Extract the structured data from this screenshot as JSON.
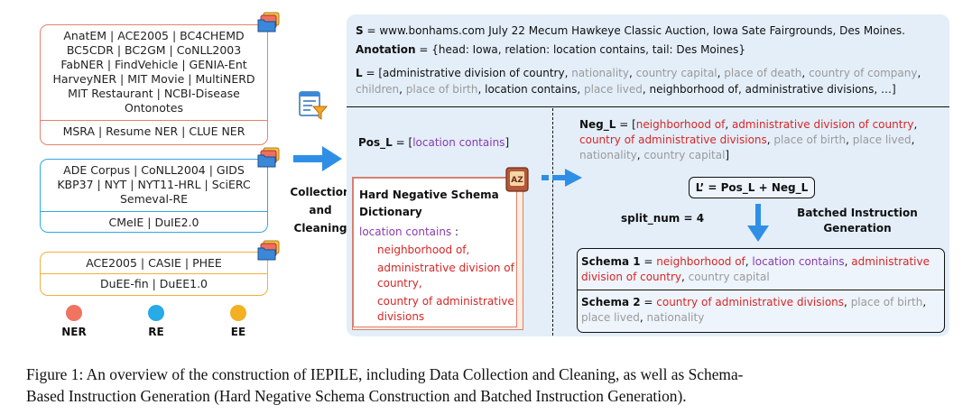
{
  "ner": {
    "datasets_top": [
      "AnatEM | ACE2005 | BC4CHEMD",
      "BC5CDR | BC2GM | CoNLL2003",
      "FabNER | FindVehicle | GENIA-Ent",
      "HarveyNER | MIT Movie | MultiNERD",
      "MIT Restaurant | NCBI-Disease",
      "Ontonotes"
    ],
    "datasets_bottom": "MSRA | Resume NER | CLUE NER"
  },
  "re": {
    "datasets_top": [
      "ADE Corpus | CoNLL2004 | GIDS",
      "KBP37 | NYT | NYT11-HRL | SciERC",
      "Semeval-RE"
    ],
    "datasets_bottom": "CMeIE | DuIE2.0"
  },
  "ee": {
    "datasets_top": [
      "ACE2005 | CASIE | PHEE"
    ],
    "datasets_bottom": "DuEE-fin | DuEE1.0"
  },
  "legend": [
    {
      "label": "NER",
      "color": "#ef7461"
    },
    {
      "label": "RE",
      "color": "#27aae6"
    },
    {
      "label": "EE",
      "color": "#f2b022"
    }
  ],
  "collection": {
    "line1": "Collection",
    "line2": "and",
    "line3": "Cleaning"
  },
  "sentence": {
    "label": "S",
    "eq": " = ",
    "text": "www.bonhams.com July 22 Mecum Hawkeye Classic Auction, Iowa Sate Fairgrounds, Des Moines."
  },
  "annotation": {
    "label": "Anotation",
    "eq": " = ",
    "text": "{head: Iowa, relation: location contains, tail: Des Moines}"
  },
  "labels_line": {
    "label": "L",
    "eq": " = [",
    "l1": [
      {
        "t": "administrative division of country",
        "c": "black"
      },
      {
        "t": ", ",
        "c": "black"
      },
      {
        "t": "nationality",
        "c": "gray"
      },
      {
        "t": ", ",
        "c": "black"
      },
      {
        "t": "country capital",
        "c": "gray"
      },
      {
        "t": ", ",
        "c": "black"
      },
      {
        "t": "place of death",
        "c": "gray"
      },
      {
        "t": ", ",
        "c": "black"
      },
      {
        "t": "country of company",
        "c": "gray"
      },
      {
        "t": ",",
        "c": "black"
      }
    ],
    "l2": [
      {
        "t": "children",
        "c": "gray"
      },
      {
        "t": ", ",
        "c": "black"
      },
      {
        "t": "place of birth",
        "c": "gray"
      },
      {
        "t": ", ",
        "c": "black"
      },
      {
        "t": "location contains",
        "c": "black"
      },
      {
        "t": ", ",
        "c": "black"
      },
      {
        "t": "place lived",
        "c": "gray"
      },
      {
        "t": ", ",
        "c": "black"
      },
      {
        "t": "neighborhood of",
        "c": "black"
      },
      {
        "t": ", ",
        "c": "black"
      },
      {
        "t": "administrative divisions",
        "c": "black"
      },
      {
        "t": ", …]",
        "c": "black"
      }
    ]
  },
  "pos": {
    "label": "Pos_L",
    "eq": " = [",
    "value": "location contains",
    "end": "]"
  },
  "neg": {
    "label": "Neg_L",
    "eq": " = [",
    "l1": [
      {
        "t": "neighborhood of",
        "c": "red"
      },
      {
        "t": ", ",
        "c": "black"
      },
      {
        "t": "administrative division of country",
        "c": "red"
      },
      {
        "t": ",",
        "c": "black"
      }
    ],
    "l2": [
      {
        "t": "country of administrative divisions",
        "c": "red"
      },
      {
        "t": ", ",
        "c": "black"
      },
      {
        "t": "place of birth",
        "c": "gray"
      },
      {
        "t": ", ",
        "c": "black"
      },
      {
        "t": "place lived",
        "c": "gray"
      },
      {
        "t": ",",
        "c": "black"
      }
    ],
    "l3": [
      {
        "t": "nationality",
        "c": "gray"
      },
      {
        "t": ", ",
        "c": "black"
      },
      {
        "t": "country capital",
        "c": "gray"
      },
      {
        "t": "]",
        "c": "black"
      }
    ]
  },
  "hard_negative": {
    "title1": "Hard Negative Schema",
    "title2": "Dictionary",
    "key": "location contains",
    "colon": " :",
    "values": [
      "neighborhood of,",
      "administrative division of",
      "country,",
      "country of administrative",
      "divisions"
    ]
  },
  "formula": "L’ = Pos_L + Neg_L",
  "split": "split_num = 4",
  "batched": {
    "line1": "Batched Instruction",
    "line2": "Generation"
  },
  "schema1": {
    "label": "Schema 1",
    "l1": [
      {
        "t": " = ",
        "c": "black"
      },
      {
        "t": "neighborhood of",
        "c": "red"
      },
      {
        "t": ", ",
        "c": "black"
      },
      {
        "t": "location contains",
        "c": "purple"
      },
      {
        "t": ", ",
        "c": "black"
      },
      {
        "t": "administrative",
        "c": "red"
      }
    ],
    "l2": [
      {
        "t": "division of country",
        "c": "red"
      },
      {
        "t": ", ",
        "c": "black"
      },
      {
        "t": "country capital",
        "c": "gray"
      }
    ]
  },
  "schema2": {
    "label": "Schema 2",
    "l1": [
      {
        "t": " = ",
        "c": "black"
      },
      {
        "t": "country of administrative divisions",
        "c": "red"
      },
      {
        "t": ", ",
        "c": "black"
      },
      {
        "t": "place of birth",
        "c": "gray"
      },
      {
        "t": ",",
        "c": "black"
      }
    ],
    "l2": [
      {
        "t": "place lived",
        "c": "gray"
      },
      {
        "t": ", ",
        "c": "black"
      },
      {
        "t": "nationality",
        "c": "gray"
      }
    ]
  },
  "caption": {
    "line1": "Figure 1: An overview of the construction of IEPILE, including Data Collection and Cleaning, as well as Schema-",
    "line2": "Based Instruction Generation (Hard Negative Schema Construction and Batched Instruction Generation)."
  },
  "colors": {
    "ner": "#e8806e",
    "re": "#2fa9e6",
    "ee": "#f0b13d",
    "arrow": "#2f8fe6",
    "panel": "#e3eef9",
    "red": "#d62727",
    "gray": "#9a9a9a",
    "purple": "#8a3bb0"
  }
}
